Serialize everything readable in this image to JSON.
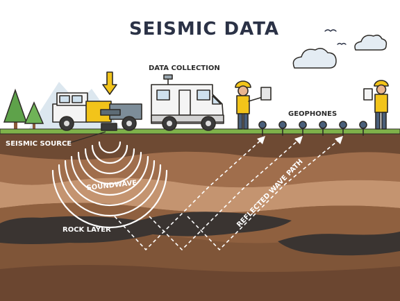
{
  "title": "SEISMIC DATA",
  "labels": {
    "data_collection": "DATA COLLECTION",
    "geophones": "GEOPHONES",
    "seismic_source": "SEISMIC SOURCE",
    "soundwave": "SOUNDWAVE",
    "rock_layer": "ROCK LAYER",
    "reflected_wave_path": "REFLECTED WAVE PATH"
  },
  "colors": {
    "title": "#2b3246",
    "grass": "#7fb24a",
    "topsoil": "#6e4a33",
    "mid_soil": "#a06e4c",
    "light_band": "#c49470",
    "rock": "#3a3431",
    "deep_soil": "#7f5538",
    "truck_yellow": "#f2c41a",
    "vehicle_white": "#f4f4f4",
    "tree_green": "#5ea24a",
    "wave_white": "#ffffff"
  }
}
